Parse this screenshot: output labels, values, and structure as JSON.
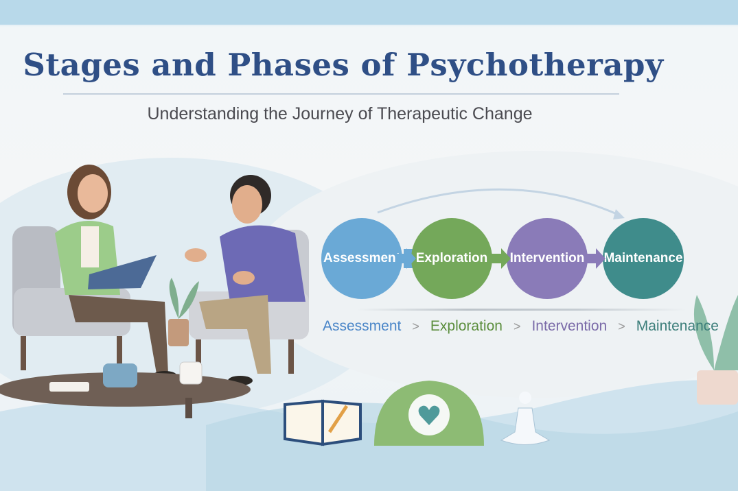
{
  "header": {
    "title": "Stages and Phases of Psychotherapy",
    "subtitle": "Understanding the Journey of Therapeutic Change"
  },
  "stages": [
    {
      "label": "Assessment",
      "color": "#6aa9d6"
    },
    {
      "label": "Exploration",
      "color": "#74a85a"
    },
    {
      "label": "Intervention",
      "color": "#8a7bb8"
    },
    {
      "label": "Maintenance",
      "color": "#3f8c8b"
    }
  ],
  "breadcrumb": [
    {
      "label": "Assessment",
      "color": "#4a86c8"
    },
    {
      "label": "Exploration",
      "color": "#5c8e3e"
    },
    {
      "label": "Intervention",
      "color": "#7a6aa8"
    },
    {
      "label": "Maintenance",
      "color": "#3c7e7a"
    }
  ],
  "breadcrumb_separator": ">",
  "icons": [
    "open-book-icon",
    "heart-head-icon",
    "meditation-icon"
  ]
}
